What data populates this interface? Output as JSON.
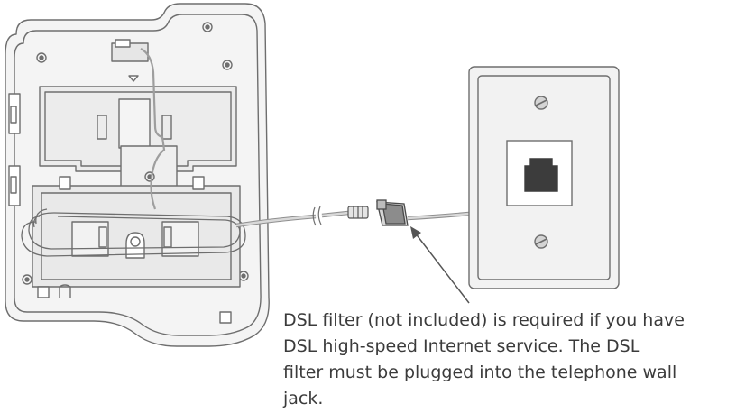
{
  "callout": {
    "lines": [
      "DSL filter (not included) is required if you have",
      "DSL high-speed Internet service. The DSL",
      "filter must be plugged into the telephone wall",
      "jack."
    ]
  },
  "colors": {
    "outline": "#6e6e6e",
    "phone_body": "#f4f4f4",
    "phone_shade": "#e2e2e2",
    "cord": "#bdbdbd",
    "wallplate": "#f2f2f2",
    "jack_socket": "#3c3c3c",
    "text": "#3b3b3b",
    "arrow": "#555555"
  }
}
